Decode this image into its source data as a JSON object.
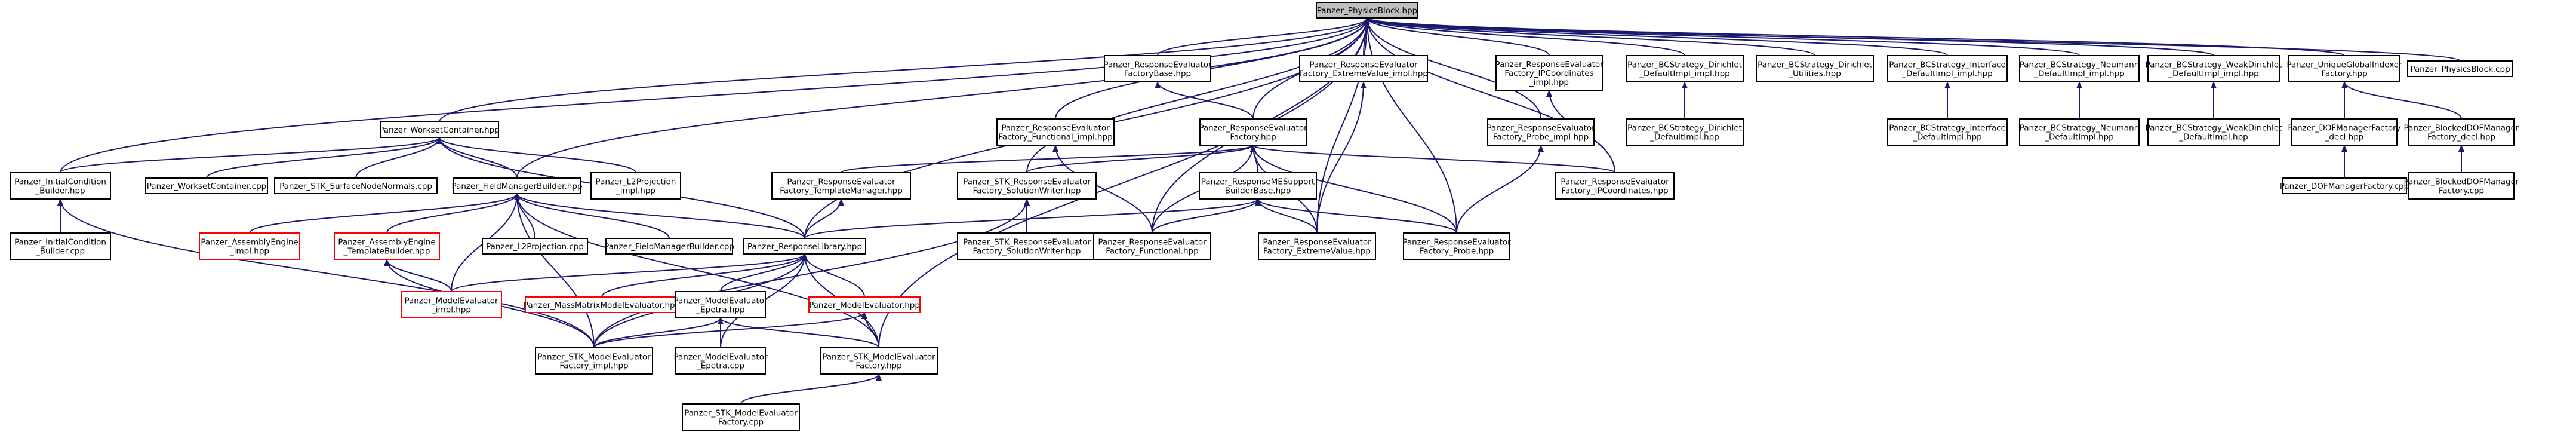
{
  "colors": {
    "node_border": "#000000",
    "root_fill": "#bfbfbf",
    "incomplete_border": "#ff0000",
    "edge": "#191970"
  },
  "nodes": [
    {
      "id": "physicsblock",
      "lines": [
        "Panzer_PhysicsBlock.hpp"
      ],
      "root": true
    },
    {
      "id": "rf_factorybase",
      "lines": [
        "Panzer_ResponseEvaluator",
        "FactoryBase.hpp"
      ]
    },
    {
      "id": "rf_extremevalue_impl",
      "lines": [
        "Panzer_ResponseEvaluator",
        "Factory_ExtremeValue_impl.hpp"
      ]
    },
    {
      "id": "rf_ipcoord_impl",
      "lines": [
        "Panzer_ResponseEvaluator",
        "Factory_IPCoordinates",
        "_impl.hpp"
      ]
    },
    {
      "id": "bc_dirichlet_defaultimpl_impl",
      "lines": [
        "Panzer_BCStrategy_Dirichlet",
        "_DefaultImpl_impl.hpp"
      ]
    },
    {
      "id": "bc_dirichlet_utilities",
      "lines": [
        "Panzer_BCStrategy_Dirichlet",
        "_Utilities.hpp"
      ]
    },
    {
      "id": "bc_interface_defaultimpl_impl",
      "lines": [
        "Panzer_BCStrategy_Interface",
        "_DefaultImpl_impl.hpp"
      ]
    },
    {
      "id": "bc_neumann_defaultimpl_impl",
      "lines": [
        "Panzer_BCStrategy_Neumann",
        "_DefaultImpl_impl.hpp"
      ]
    },
    {
      "id": "bc_weakdirichlet_defaultimpl_impl",
      "lines": [
        "Panzer_BCStrategy_WeakDirichlet",
        "_DefaultImpl_impl.hpp"
      ]
    },
    {
      "id": "uniqueglobalindexer_factory",
      "lines": [
        "Panzer_UniqueGlobalIndexer",
        "Factory.hpp"
      ]
    },
    {
      "id": "physicsblock_cpp",
      "lines": [
        "Panzer_PhysicsBlock.cpp"
      ]
    },
    {
      "id": "worksetcontainer",
      "lines": [
        "Panzer_WorksetContainer.hpp"
      ]
    },
    {
      "id": "rf_functional_impl",
      "lines": [
        "Panzer_ResponseEvaluator",
        "Factory_Functional_impl.hpp"
      ]
    },
    {
      "id": "rf_factory",
      "lines": [
        "Panzer_ResponseEvaluator",
        "Factory.hpp"
      ]
    },
    {
      "id": "rf_probe_impl",
      "lines": [
        "Panzer_ResponseEvaluator",
        "Factory_Probe_impl.hpp"
      ]
    },
    {
      "id": "bc_dirichlet_defaultimpl",
      "lines": [
        "Panzer_BCStrategy_Dirichlet",
        "_DefaultImpl.hpp"
      ]
    },
    {
      "id": "bc_interface_defaultimpl",
      "lines": [
        "Panzer_BCStrategy_Interface",
        "_DefaultImpl.hpp"
      ]
    },
    {
      "id": "bc_neumann_defaultimpl",
      "lines": [
        "Panzer_BCStrategy_Neumann",
        "_DefaultImpl.hpp"
      ]
    },
    {
      "id": "bc_weakdirichlet_defaultimpl",
      "lines": [
        "Panzer_BCStrategy_WeakDirichlet",
        "_DefaultImpl.hpp"
      ]
    },
    {
      "id": "dofmanagerfactory_decl",
      "lines": [
        "Panzer_DOFManagerFactory",
        "_decl.hpp"
      ]
    },
    {
      "id": "blockeddofmanagerfactory_decl",
      "lines": [
        "Panzer_BlockedDOFManager",
        "Factory_decl.hpp"
      ]
    },
    {
      "id": "initialcondition_builder",
      "lines": [
        "Panzer_InitialCondition",
        "_Builder.hpp"
      ]
    },
    {
      "id": "worksetcontainer_cpp",
      "lines": [
        "Panzer_WorksetContainer.cpp"
      ]
    },
    {
      "id": "stk_surfacenodenormals",
      "lines": [
        "Panzer_STK_SurfaceNodeNormals.cpp"
      ]
    },
    {
      "id": "fieldmanagerbuilder",
      "lines": [
        "Panzer_FieldManagerBuilder.hpp"
      ]
    },
    {
      "id": "l2projection",
      "lines": [
        "Panzer_L2Projection",
        "_impl.hpp"
      ]
    },
    {
      "id": "rf_templatemanager",
      "lines": [
        "Panzer_ResponseEvaluator",
        "Factory_TemplateManager.hpp"
      ]
    },
    {
      "id": "stk_rf_solutionwriter",
      "lines": [
        "Panzer_STK_ResponseEvaluator",
        "Factory_SolutionWriter.hpp"
      ]
    },
    {
      "id": "responsemesupport_builderbase",
      "lines": [
        "Panzer_ResponseMESupport",
        "BuilderBase.hpp"
      ]
    },
    {
      "id": "rf_ipcoord",
      "lines": [
        "Panzer_ResponseEvaluator",
        "Factory_IPCoordinates.hpp"
      ]
    },
    {
      "id": "dofmanagerfactory_cpp",
      "lines": [
        "Panzer_DOFManagerFactory.cpp"
      ]
    },
    {
      "id": "blockeddofmanagerfactory_cpp",
      "lines": [
        "Panzer_BlockedDOFManager",
        "Factory.cpp"
      ]
    },
    {
      "id": "initialcondition_builder_cpp",
      "lines": [
        "Panzer_InitialCondition",
        "_Builder.cpp"
      ]
    },
    {
      "id": "assemblyengine_impl",
      "lines": [
        "Panzer_AssemblyEngine",
        "_impl.hpp"
      ],
      "incomplete": true
    },
    {
      "id": "assemblyengine_templatebuilder",
      "lines": [
        "Panzer_AssemblyEngine",
        "_TemplateBuilder.hpp"
      ],
      "incomplete": true
    },
    {
      "id": "l2projection_cpp",
      "lines": [
        "Panzer_L2Projection.cpp"
      ]
    },
    {
      "id": "fieldmanagerbuilder_cpp",
      "lines": [
        "Panzer_FieldManagerBuilder.cpp"
      ]
    },
    {
      "id": "responselibrary",
      "lines": [
        "Panzer_ResponseLibrary.hpp"
      ]
    },
    {
      "id": "stk_rf_solutionwriter_hpp",
      "lines": [
        "Panzer_STK_ResponseEvaluator",
        "Factory_SolutionWriter.hpp"
      ]
    },
    {
      "id": "rf_functional",
      "lines": [
        "Panzer_ResponseEvaluator",
        "Factory_Functional.hpp"
      ]
    },
    {
      "id": "rf_extremevalue",
      "lines": [
        "Panzer_ResponseEvaluator",
        "Factory_ExtremeValue.hpp"
      ]
    },
    {
      "id": "rf_probe",
      "lines": [
        "Panzer_ResponseEvaluator",
        "Factory_Probe.hpp"
      ]
    },
    {
      "id": "modelevaluator_impl",
      "lines": [
        "Panzer_ModelEvaluator",
        "_impl.hpp"
      ],
      "incomplete": true
    },
    {
      "id": "massmatrixmodelevaluator",
      "lines": [
        "Panzer_MassMatrixModelEvaluator.hpp"
      ],
      "incomplete": true
    },
    {
      "id": "modelevaluator_epetra",
      "lines": [
        "Panzer_ModelEvaluator",
        "_Epetra.hpp"
      ]
    },
    {
      "id": "modelevaluator",
      "lines": [
        "Panzer_ModelEvaluator.hpp"
      ],
      "incomplete": true
    },
    {
      "id": "stk_modelevaluatorfactory_impl",
      "lines": [
        "Panzer_STK_ModelEvaluator",
        "Factory_impl.hpp"
      ]
    },
    {
      "id": "modelevaluator_epetra_cpp",
      "lines": [
        "Panzer_ModelEvaluator",
        "_Epetra.cpp"
      ]
    },
    {
      "id": "stk_modelevaluatorfactory",
      "lines": [
        "Panzer_STK_ModelEvaluator",
        "Factory.hpp"
      ]
    },
    {
      "id": "stk_modelevaluatorfactory_cpp",
      "lines": [
        "Panzer_STK_ModelEvaluator",
        "Factory.cpp"
      ]
    }
  ],
  "edges": [
    [
      "rf_factorybase",
      "physicsblock"
    ],
    [
      "rf_extremevalue_impl",
      "physicsblock"
    ],
    [
      "rf_ipcoord_impl",
      "physicsblock"
    ],
    [
      "bc_dirichlet_defaultimpl_impl",
      "physicsblock"
    ],
    [
      "bc_dirichlet_utilities",
      "physicsblock"
    ],
    [
      "bc_interface_defaultimpl_impl",
      "physicsblock"
    ],
    [
      "bc_neumann_defaultimpl_impl",
      "physicsblock"
    ],
    [
      "bc_weakdirichlet_defaultimpl_impl",
      "physicsblock"
    ],
    [
      "uniqueglobalindexer_factory",
      "physicsblock"
    ],
    [
      "physicsblock_cpp",
      "physicsblock"
    ],
    [
      "worksetcontainer",
      "physicsblock"
    ],
    [
      "rf_functional_impl",
      "physicsblock"
    ],
    [
      "rf_factory",
      "physicsblock"
    ],
    [
      "rf_probe_impl",
      "physicsblock"
    ],
    [
      "initialcondition_builder",
      "physicsblock"
    ],
    [
      "fieldmanagerbuilder",
      "physicsblock"
    ],
    [
      "responselibrary",
      "physicsblock"
    ],
    [
      "stk_rf_solutionwriter",
      "physicsblock"
    ],
    [
      "rf_ipcoord",
      "physicsblock"
    ],
    [
      "rf_functional",
      "physicsblock"
    ],
    [
      "rf_extremevalue",
      "physicsblock"
    ],
    [
      "rf_probe",
      "physicsblock"
    ],
    [
      "stk_modelevaluatorfactory",
      "physicsblock"
    ],
    [
      "rf_factory",
      "rf_factorybase"
    ],
    [
      "rf_extremevalue",
      "rf_extremevalue_impl"
    ],
    [
      "rf_ipcoord",
      "rf_ipcoord_impl"
    ],
    [
      "bc_dirichlet_defaultimpl",
      "bc_dirichlet_defaultimpl_impl"
    ],
    [
      "bc_interface_defaultimpl",
      "bc_interface_defaultimpl_impl"
    ],
    [
      "bc_neumann_defaultimpl",
      "bc_neumann_defaultimpl_impl"
    ],
    [
      "bc_weakdirichlet_defaultimpl",
      "bc_weakdirichlet_defaultimpl_impl"
    ],
    [
      "dofmanagerfactory_decl",
      "uniqueglobalindexer_factory"
    ],
    [
      "blockeddofmanagerfactory_decl",
      "uniqueglobalindexer_factory"
    ],
    [
      "dofmanagerfactory_cpp",
      "dofmanagerfactory_decl"
    ],
    [
      "blockeddofmanagerfactory_cpp",
      "blockeddofmanagerfactory_decl"
    ],
    [
      "initialcondition_builder",
      "worksetcontainer"
    ],
    [
      "worksetcontainer_cpp",
      "worksetcontainer"
    ],
    [
      "stk_surfacenodenormals",
      "worksetcontainer"
    ],
    [
      "fieldmanagerbuilder",
      "worksetcontainer"
    ],
    [
      "l2projection",
      "worksetcontainer"
    ],
    [
      "responselibrary",
      "worksetcontainer"
    ],
    [
      "rf_functional",
      "rf_functional_impl"
    ],
    [
      "rf_templatemanager",
      "rf_factory"
    ],
    [
      "stk_rf_solutionwriter",
      "rf_factory"
    ],
    [
      "responsemesupport_builderbase",
      "rf_factory"
    ],
    [
      "rf_ipcoord",
      "rf_factory"
    ],
    [
      "rf_functional",
      "rf_factory"
    ],
    [
      "rf_extremevalue",
      "rf_factory"
    ],
    [
      "rf_probe",
      "rf_factory"
    ],
    [
      "rf_probe",
      "rf_probe_impl"
    ],
    [
      "initialcondition_builder_cpp",
      "initialcondition_builder"
    ],
    [
      "stk_modelevaluatorfactory_impl",
      "initialcondition_builder"
    ],
    [
      "assemblyengine_impl",
      "fieldmanagerbuilder"
    ],
    [
      "assemblyengine_templatebuilder",
      "fieldmanagerbuilder"
    ],
    [
      "l2projection_cpp",
      "fieldmanagerbuilder"
    ],
    [
      "fieldmanagerbuilder_cpp",
      "fieldmanagerbuilder"
    ],
    [
      "responselibrary",
      "fieldmanagerbuilder"
    ],
    [
      "modelevaluator_impl",
      "fieldmanagerbuilder"
    ],
    [
      "stk_modelevaluatorfactory_impl",
      "fieldmanagerbuilder"
    ],
    [
      "stk_modelevaluatorfactory",
      "fieldmanagerbuilder"
    ],
    [
      "responselibrary",
      "rf_templatemanager"
    ],
    [
      "stk_rf_solutionwriter_hpp",
      "stk_rf_solutionwriter"
    ],
    [
      "stk_modelevaluatorfactory_impl",
      "stk_rf_solutionwriter"
    ],
    [
      "rf_functional",
      "responsemesupport_builderbase"
    ],
    [
      "rf_extremevalue",
      "responsemesupport_builderbase"
    ],
    [
      "rf_probe",
      "responsemesupport_builderbase"
    ],
    [
      "responselibrary",
      "responsemesupport_builderbase"
    ],
    [
      "modelevaluator_impl",
      "responselibrary"
    ],
    [
      "massmatrixmodelevaluator",
      "responselibrary"
    ],
    [
      "modelevaluator_epetra",
      "responselibrary"
    ],
    [
      "modelevaluator",
      "responselibrary"
    ],
    [
      "stk_modelevaluatorfactory_impl",
      "responselibrary"
    ],
    [
      "modelevaluator_epetra_cpp",
      "responselibrary"
    ],
    [
      "stk_modelevaluatorfactory",
      "responselibrary"
    ],
    [
      "modelevaluator_impl",
      "assemblyengine_templatebuilder"
    ],
    [
      "stk_modelevaluatorfactory_impl",
      "assemblyengine_templatebuilder"
    ],
    [
      "stk_modelevaluatorfactory_impl",
      "modelevaluator_epetra"
    ],
    [
      "modelevaluator_epetra_cpp",
      "modelevaluator_epetra"
    ],
    [
      "stk_modelevaluatorfactory",
      "modelevaluator_epetra"
    ],
    [
      "stk_modelevaluatorfactory_impl",
      "modelevaluator"
    ],
    [
      "stk_modelevaluatorfactory",
      "modelevaluator"
    ],
    [
      "stk_modelevaluatorfactory_cpp",
      "stk_modelevaluatorfactory"
    ]
  ]
}
